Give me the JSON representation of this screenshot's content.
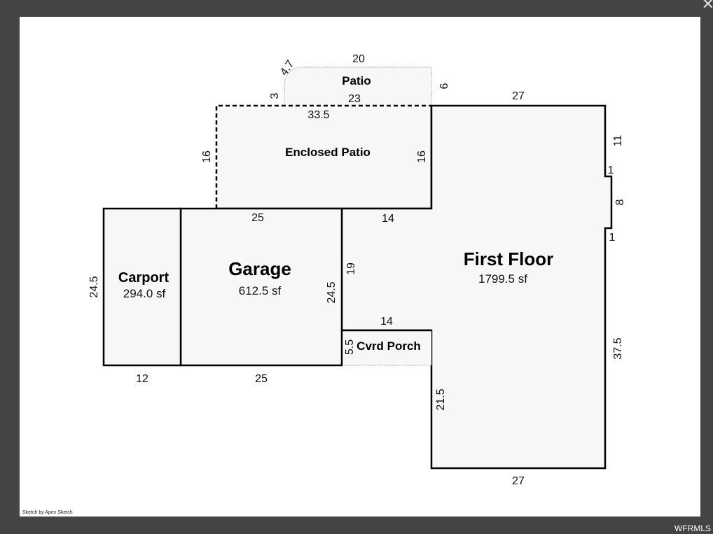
{
  "rooms": {
    "patio": {
      "name": "Patio"
    },
    "enclosed_patio": {
      "name": "Enclosed Patio"
    },
    "first_floor": {
      "name": "First Floor",
      "area": "1799.5 sf"
    },
    "garage": {
      "name": "Garage",
      "area": "612.5 sf"
    },
    "carport": {
      "name": "Carport",
      "area": "294.0 sf"
    },
    "covered_porch": {
      "name": "Cvrd Porch"
    }
  },
  "dimensions": {
    "patio_top": "20",
    "patio_corner": "4.7",
    "patio_left": "3",
    "patio_right": "6",
    "patio_bottom": "23",
    "enclosed_top": "33.5",
    "enclosed_left": "16",
    "enclosed_right": "16",
    "enclosed_bottom": "25",
    "first_top": "27",
    "first_right_upper": "11",
    "first_jog_top": "1",
    "first_jog_depth": "8",
    "first_jog_bottom": "1",
    "first_right_lower": "37.5",
    "first_bottom": "27",
    "first_left_lower": "21.5",
    "first_step_top": "14",
    "first_step_side": "19",
    "porch_top": "14",
    "porch_side": "5.5",
    "garage_right": "24.5",
    "garage_bottom": "25",
    "carport_left": "24.5",
    "carport_bottom": "12"
  },
  "footer": {
    "credit": "Sketch by Apex Sketch",
    "watermark": "WFRMLS"
  }
}
